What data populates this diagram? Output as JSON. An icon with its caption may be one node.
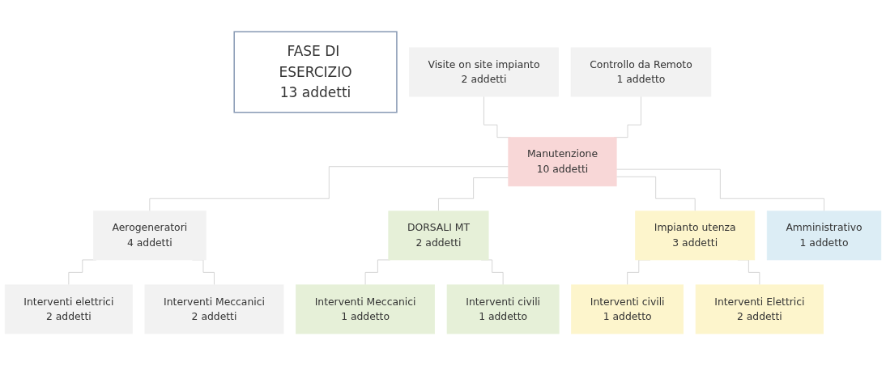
{
  "diagram": {
    "nodes": [
      {
        "text": [
          "FASE DI ESERCIZIO",
          "13 addetti"
        ]
      },
      {
        "text": [
          "Visite on site impianto",
          "2 addetti"
        ]
      },
      {
        "text": [
          "Controllo da Remoto",
          "1 addetto"
        ]
      },
      {
        "text": [
          "Manutenzione",
          "10 addetti"
        ]
      },
      {
        "text": [
          "Aerogeneratori",
          "4 addetti"
        ]
      },
      {
        "text": [
          "DORSALI MT",
          "2 addetti"
        ]
      },
      {
        "text": [
          "Impianto utenza",
          "3 addetti"
        ]
      },
      {
        "text": [
          "Amministrativo",
          "1 addetto"
        ]
      },
      {
        "text": [
          "Interventi elettrici",
          "2 addetti"
        ]
      },
      {
        "text": [
          "Interventi Meccanici",
          "2 addetti"
        ]
      },
      {
        "text": [
          "Interventi Meccanici",
          "1 addetto"
        ]
      },
      {
        "text": [
          "Interventi civili",
          "1 addetto"
        ]
      },
      {
        "text": [
          "Interventi civili",
          "1 addetto"
        ]
      },
      {
        "text": [
          "Interventi Elettrici",
          "2 addetti"
        ]
      }
    ],
    "edges": [
      {
        "from": 1,
        "to": 3,
        "arrow": "none"
      },
      {
        "from": 2,
        "to": 3,
        "arrow": "none"
      },
      {
        "from": 3,
        "to": 4,
        "arrow": "none"
      },
      {
        "from": 3,
        "to": 5,
        "arrow": "none"
      },
      {
        "from": 3,
        "to": 6,
        "arrow": "none"
      },
      {
        "from": 3,
        "to": 7,
        "arrow": "none"
      },
      {
        "from": 4,
        "to": 8,
        "arrow": "none"
      },
      {
        "from": 4,
        "to": 9,
        "arrow": "none"
      },
      {
        "from": 5,
        "to": 10,
        "arrow": "none"
      },
      {
        "from": 5,
        "to": 11,
        "arrow": "none"
      },
      {
        "from": 6,
        "to": 12,
        "arrow": "none"
      },
      {
        "from": 6,
        "to": 13,
        "arrow": "none"
      }
    ]
  }
}
